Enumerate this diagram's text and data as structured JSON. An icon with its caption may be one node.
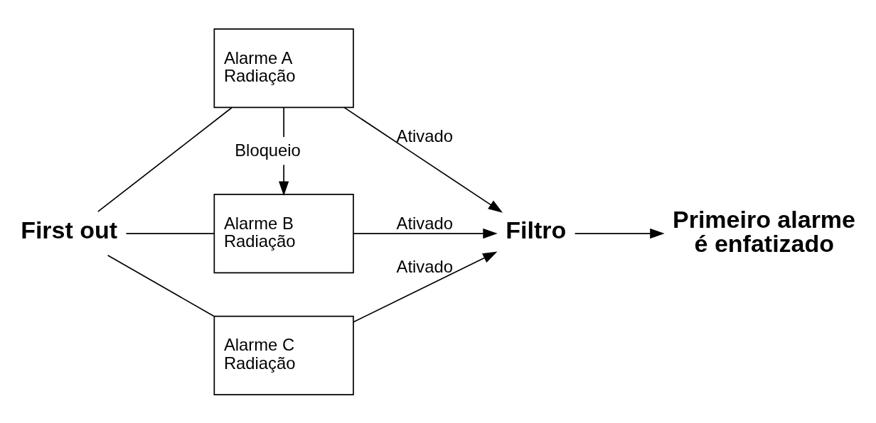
{
  "diagram": {
    "nodes": [
      {
        "text": [
          "First out"
        ]
      },
      {
        "text": [
          "Alarme A",
          "Radiação"
        ]
      },
      {
        "text": [
          "Alarme B",
          "Radiação"
        ]
      },
      {
        "text": [
          "Alarme C",
          "Radiação"
        ]
      },
      {
        "text": [
          "Filtro"
        ]
      },
      {
        "text": [
          "Primeiro alarme é enfatizado"
        ]
      }
    ],
    "edges": [
      {
        "from": 0,
        "to": 1,
        "arrow": "none"
      },
      {
        "from": 0,
        "to": 2,
        "arrow": "none"
      },
      {
        "from": 0,
        "to": 3,
        "arrow": "none"
      },
      {
        "from": 1,
        "to": 2,
        "arrow": "to",
        "label": "Bloqueio"
      },
      {
        "from": 1,
        "to": 4,
        "arrow": "to",
        "label": "Ativado"
      },
      {
        "from": 2,
        "to": 4,
        "arrow": "to",
        "label": "Ativado"
      },
      {
        "from": 3,
        "to": 4,
        "arrow": "to",
        "label": "Ativado"
      },
      {
        "from": 4,
        "to": 5,
        "arrow": "to"
      }
    ]
  }
}
